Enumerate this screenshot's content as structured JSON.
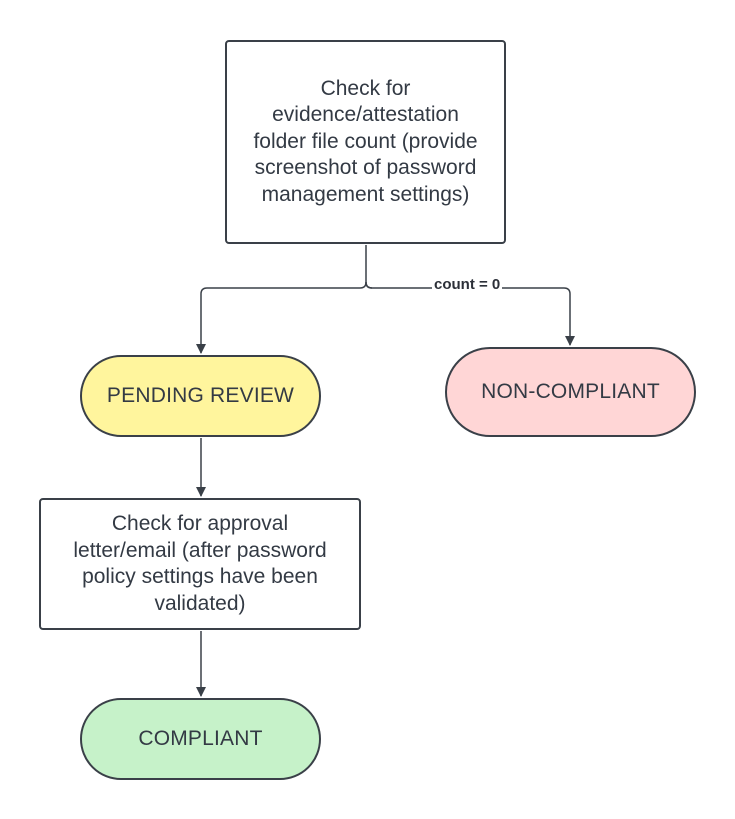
{
  "nodes": {
    "check_evidence": {
      "text": "Check for\nevidence/attestation\nfolder file count (provide\nscreenshot of password\nmanagement settings)"
    },
    "pending_review": {
      "text": "PENDING REVIEW",
      "fill": "#fff59d"
    },
    "non_compliant": {
      "text": "NON-COMPLIANT",
      "fill": "#ffd6d6"
    },
    "check_approval": {
      "text": "Check for approval\nletter/email (after password\npolicy settings have been\nvalidated)"
    },
    "compliant": {
      "text": "COMPLIANT",
      "fill": "#c6f2c9"
    }
  },
  "edges": {
    "to_non_compliant_label": "count = 0"
  },
  "colors": {
    "stroke": "#3a4048",
    "text": "#333a44"
  }
}
